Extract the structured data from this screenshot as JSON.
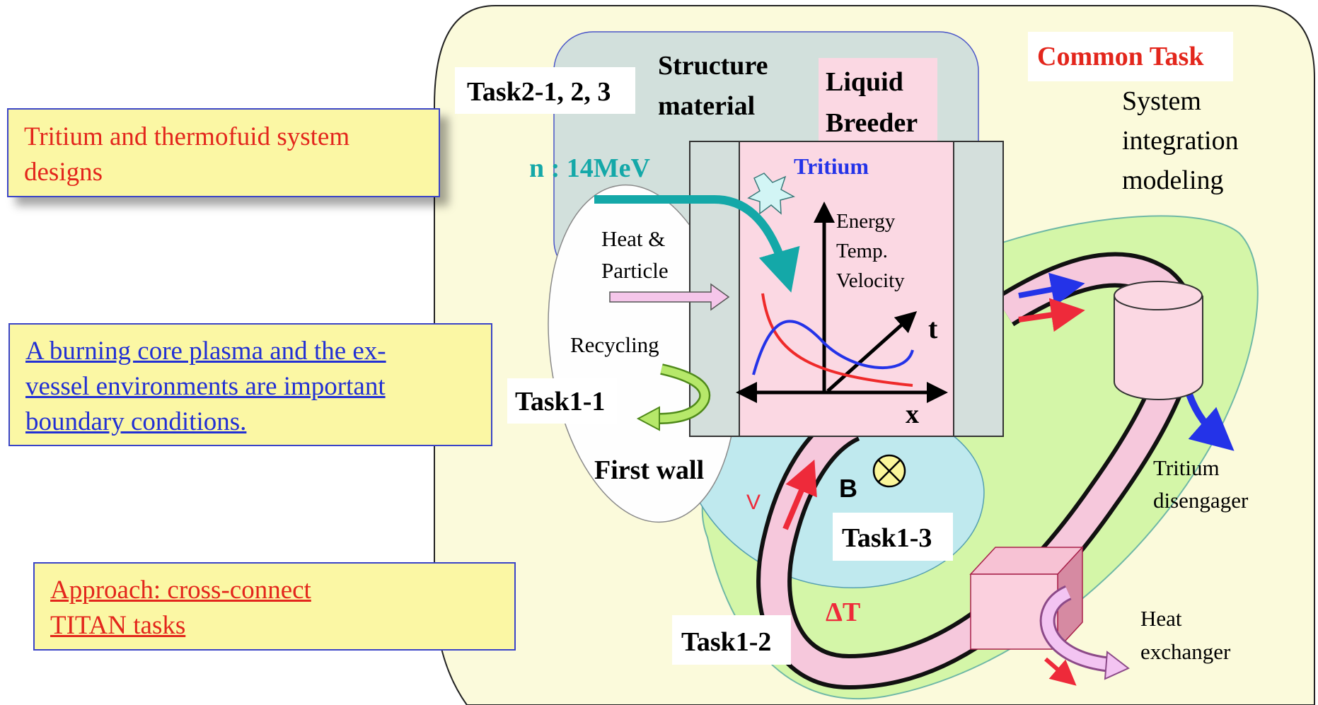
{
  "boxes": {
    "tritium_design": {
      "line1": "Tritium and thermofuid system",
      "line2": "designs"
    },
    "boundary": {
      "line1": "A burning core plasma and the ex-",
      "line2": "vessel environments are important",
      "line3": "boundary conditions."
    },
    "approach": {
      "line1": "Approach: cross-connect",
      "line2": "TITAN tasks"
    }
  },
  "diagram": {
    "task2": "Task2-1, 2, 3",
    "structure_material": {
      "line1": "Structure",
      "line2": "material"
    },
    "liquid_breeder": {
      "line1": "Liquid",
      "line2": "Breeder"
    },
    "common_task": "Common Task",
    "system_integration": {
      "line1": "System",
      "line2": "integration",
      "line3": "modeling"
    },
    "neutron": "n : 14MeV",
    "tritium": "Tritium",
    "heat_particle": {
      "line1": "Heat &",
      "line2": "Particle"
    },
    "axis_labels": {
      "energy": "Energy",
      "temp": "Temp.",
      "velocity": "Velocity",
      "t": "t",
      "x": "x"
    },
    "recycling": "Recycling",
    "task1_1": "Task1-1",
    "first_wall": "First wall",
    "b_field": "B",
    "v_label": "V",
    "task1_3": "Task1-3",
    "delta_t": "ΔT",
    "task1_2": "Task1-2",
    "tritium_disengager": {
      "line1": "Tritium",
      "line2": "disengager"
    },
    "heat_exchanger": {
      "line1": "Heat",
      "line2": "exchanger"
    }
  }
}
